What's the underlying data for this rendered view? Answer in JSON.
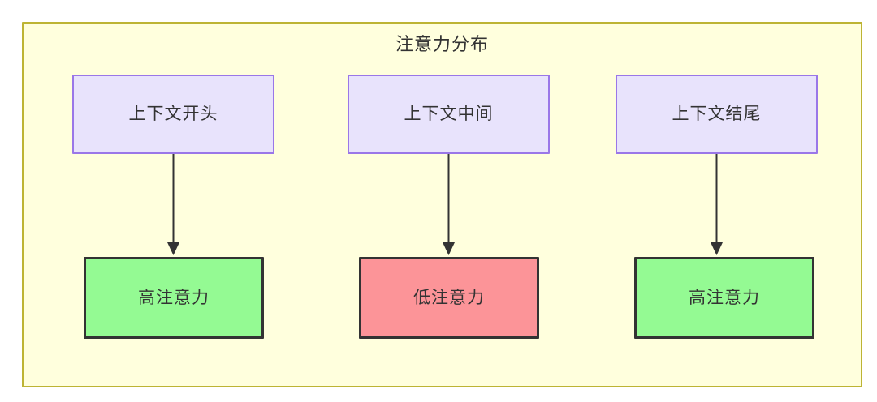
{
  "diagram": {
    "type": "flowchart",
    "title": "注意力分布",
    "background_color": "#ffffff",
    "container": {
      "fill_color": "#ffffdd",
      "border_color": "#bdb434"
    },
    "styles": {
      "source_fill": "#e8e3fc",
      "source_border": "#9a77e8",
      "high_fill": "#94fa93",
      "low_fill": "#fc9498",
      "result_border": "#333333",
      "text_color": "#333333",
      "edge_color": "#333333"
    },
    "columns": [
      {
        "id": "start",
        "source_label": "上下文开头",
        "result_label": "高注意力",
        "result_level": "high"
      },
      {
        "id": "middle",
        "source_label": "上下文中间",
        "result_label": "低注意力",
        "result_level": "low"
      },
      {
        "id": "end",
        "source_label": "上下文结尾",
        "result_label": "高注意力",
        "result_level": "high"
      }
    ],
    "edges": [
      {
        "from": "上下文开头",
        "to": "高注意力",
        "style": "arrow"
      },
      {
        "from": "上下文中间",
        "to": "低注意力",
        "style": "arrow"
      },
      {
        "from": "上下文结尾",
        "to": "高注意力",
        "style": "arrow"
      }
    ]
  }
}
